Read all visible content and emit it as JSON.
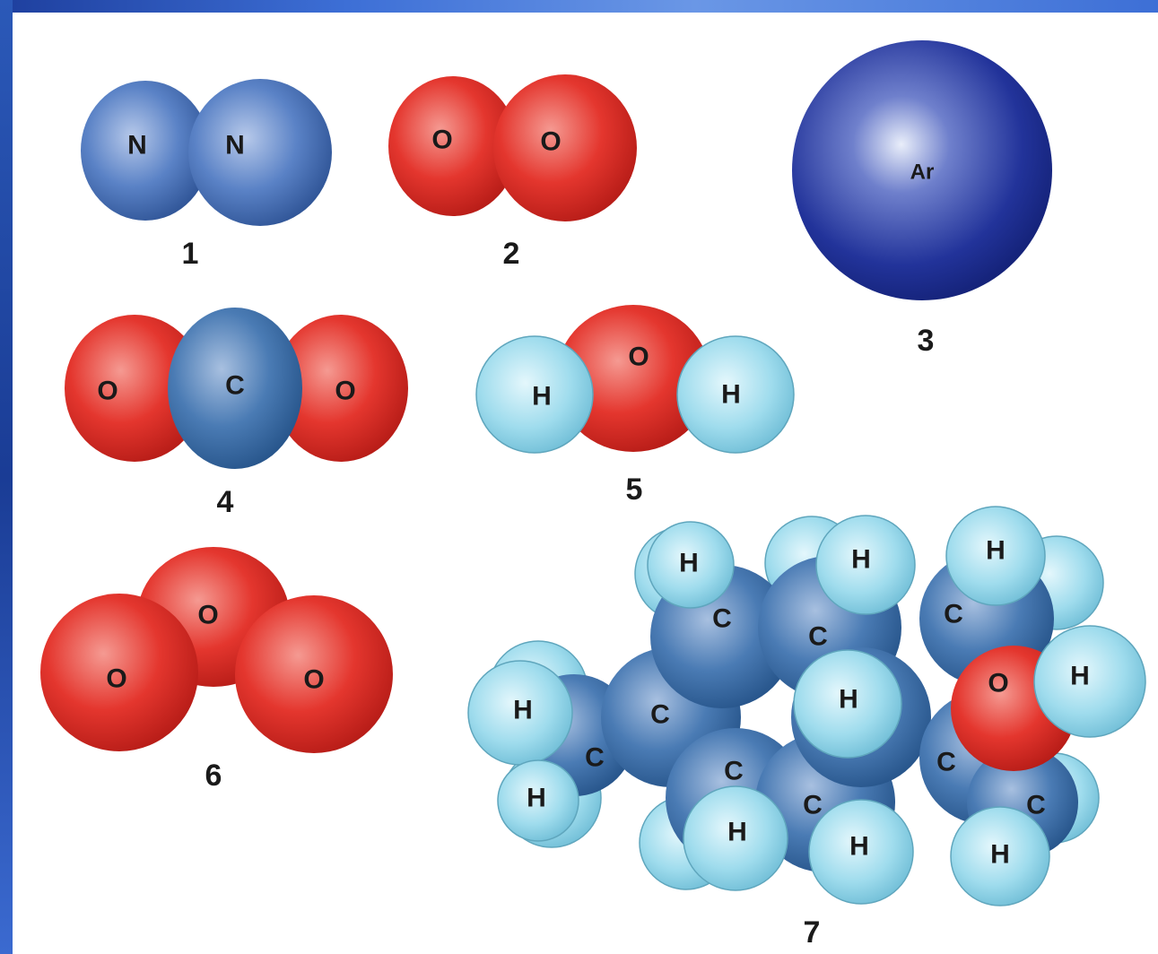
{
  "molecules": [
    {
      "number": "1",
      "atoms": [
        "N",
        "N"
      ]
    },
    {
      "number": "2",
      "atoms": [
        "O",
        "O"
      ]
    },
    {
      "number": "3",
      "atoms": [
        "Ar"
      ]
    },
    {
      "number": "4",
      "atoms": [
        "O",
        "C",
        "O"
      ]
    },
    {
      "number": "5",
      "atoms": [
        "H",
        "O",
        "H"
      ]
    },
    {
      "number": "6",
      "atoms": [
        "O",
        "O",
        "O"
      ]
    },
    {
      "number": "7",
      "atoms": [
        "H",
        "H",
        "H",
        "C",
        "C",
        "C",
        "H",
        "H",
        "O",
        "H",
        "C",
        "C",
        "H",
        "C",
        "C",
        "C",
        "C",
        "H",
        "H",
        "H",
        "H"
      ]
    }
  ],
  "colors": {
    "nitrogen": "#4a72b8",
    "oxygen": "#e8302a",
    "argon": "#1f2f96",
    "carbon": "#3d6da6",
    "hydrogen": "#9fdced"
  }
}
